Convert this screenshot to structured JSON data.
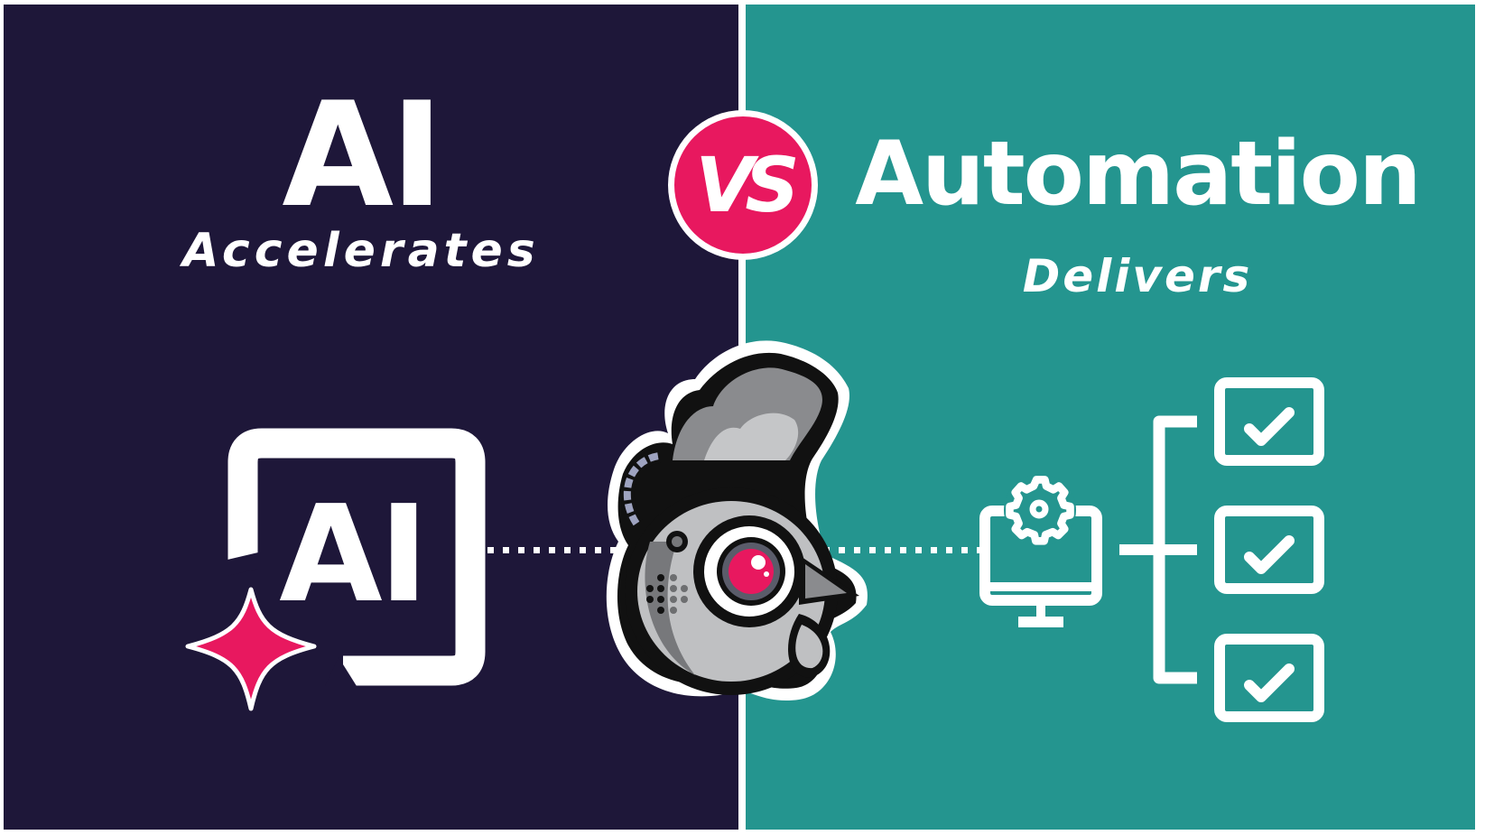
{
  "left_panel": {
    "title": "AI",
    "subtitle": "Accelerates",
    "icon": {
      "name": "ai-chip-icon",
      "label": "AI",
      "accent": "sparkle-star-icon"
    },
    "background": "#1E1739"
  },
  "right_panel": {
    "title": "Automation",
    "subtitle": "Delivers",
    "icon": {
      "name": "monitor-gear-icon",
      "branches": [
        "checkbox-checked",
        "checkbox-checked",
        "checkbox-checked"
      ]
    },
    "background": "#24958F"
  },
  "center": {
    "badge": "VS",
    "badge_color": "#E8185F",
    "mascot": "robot-chicken-mascot"
  },
  "colors": {
    "dark": "#1E1739",
    "teal": "#24958F",
    "accent": "#E8185F",
    "white": "#FFFFFF"
  }
}
